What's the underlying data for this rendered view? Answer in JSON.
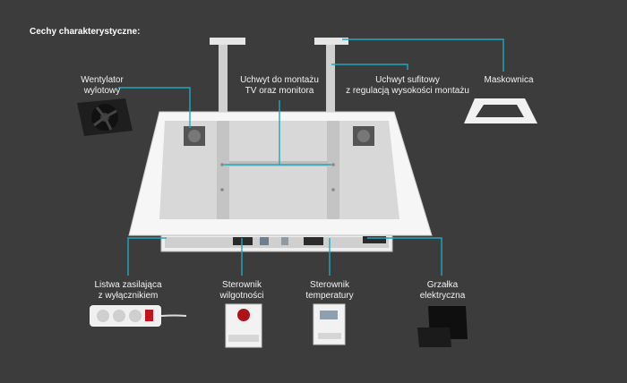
{
  "heading": "Cechy charakterystyczne:",
  "labels": {
    "fan": [
      "Wentylator",
      "wylotowy"
    ],
    "tv_mount": [
      "Uchwyt  do montażu",
      "TV oraz monitora"
    ],
    "ceiling_mount": [
      "Uchwyt sufitowy",
      "z regulacją wysokości montażu"
    ],
    "mask": [
      "Maskownica"
    ],
    "power_strip": [
      "Listwa zasilająca",
      "z wyłącznikiem"
    ],
    "humidity": [
      "Sterownik",
      "wilgotności"
    ],
    "temperature": [
      "Sterownik",
      "temperatury"
    ],
    "heater": [
      "Grzałka",
      "elektryczna"
    ]
  },
  "colors": {
    "background": "#3c3c3c",
    "callout_line": "#1fa7bf",
    "housing": "#f4f4f4",
    "interior": "#d9d9d9"
  }
}
